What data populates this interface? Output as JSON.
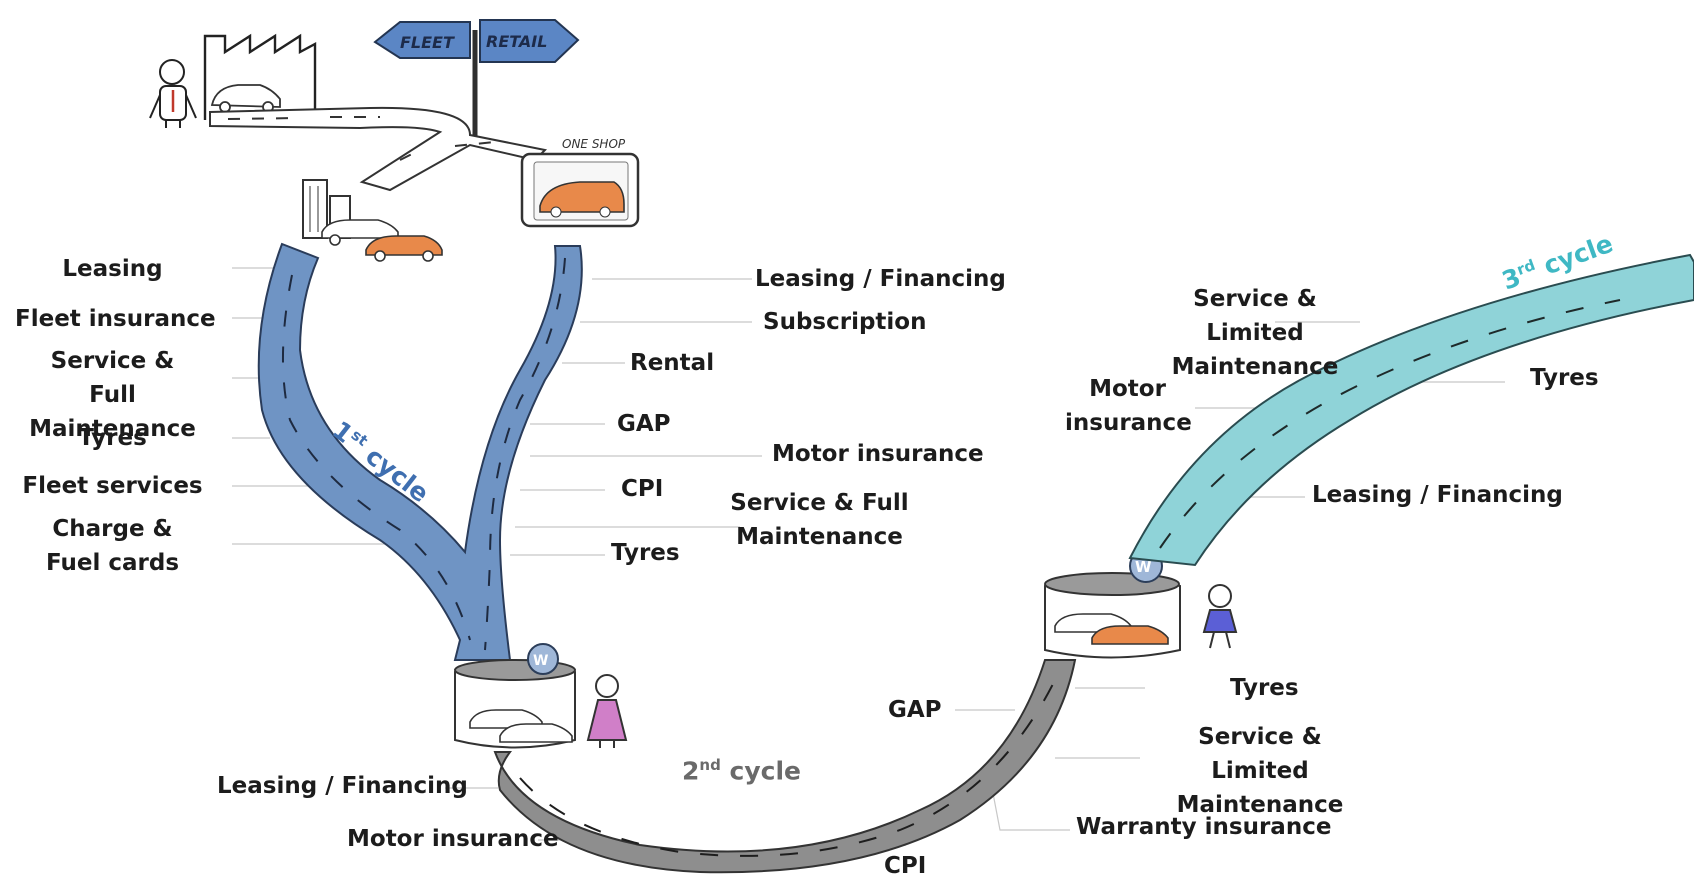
{
  "signpost": {
    "left": "FLEET",
    "right": "RETAIL"
  },
  "shop_sign": "ONE SHOP",
  "cycles": {
    "first": {
      "num": "1",
      "sup": "st",
      "word": "cycle"
    },
    "second": {
      "num": "2",
      "sup": "nd",
      "word": "cycle"
    },
    "third": {
      "num": "3",
      "sup": "rd",
      "word": "cycle"
    }
  },
  "fleet_labels": [
    "Leasing",
    "Fleet insurance",
    "Service &\nFull Maintenance",
    "Tyres",
    "Fleet services",
    "Charge &\nFuel cards"
  ],
  "retail_inner_labels": [
    "Rental",
    "GAP",
    "CPI",
    "Tyres"
  ],
  "retail_outer_labels": [
    "Leasing / Financing",
    "Subscription",
    "Motor insurance",
    "Service & Full\nMaintenance"
  ],
  "second_cycle_labels": {
    "leasing": "Leasing / Financing",
    "motor": "Motor insurance",
    "cpi": "CPI",
    "gap": "GAP",
    "warranty": "Warranty insurance",
    "tyres": "Tyres",
    "service": "Service & Limited\nMaintenance"
  },
  "third_cycle_labels": {
    "service": "Service & Limited\nMaintenance",
    "motor": "Motor\ninsurance",
    "tyres": "Tyres",
    "leasing": "Leasing / Financing"
  },
  "colors": {
    "first_cycle": "#6f94c4",
    "second_cycle": "#8e8e8e",
    "third_cycle": "#8fd3d8",
    "first_cycle_text": "#3f6fb0",
    "second_cycle_text": "#6a6a6a",
    "third_cycle_text": "#3fb8c4",
    "signpost": "#5b86c5",
    "car_orange": "#e8894a"
  }
}
